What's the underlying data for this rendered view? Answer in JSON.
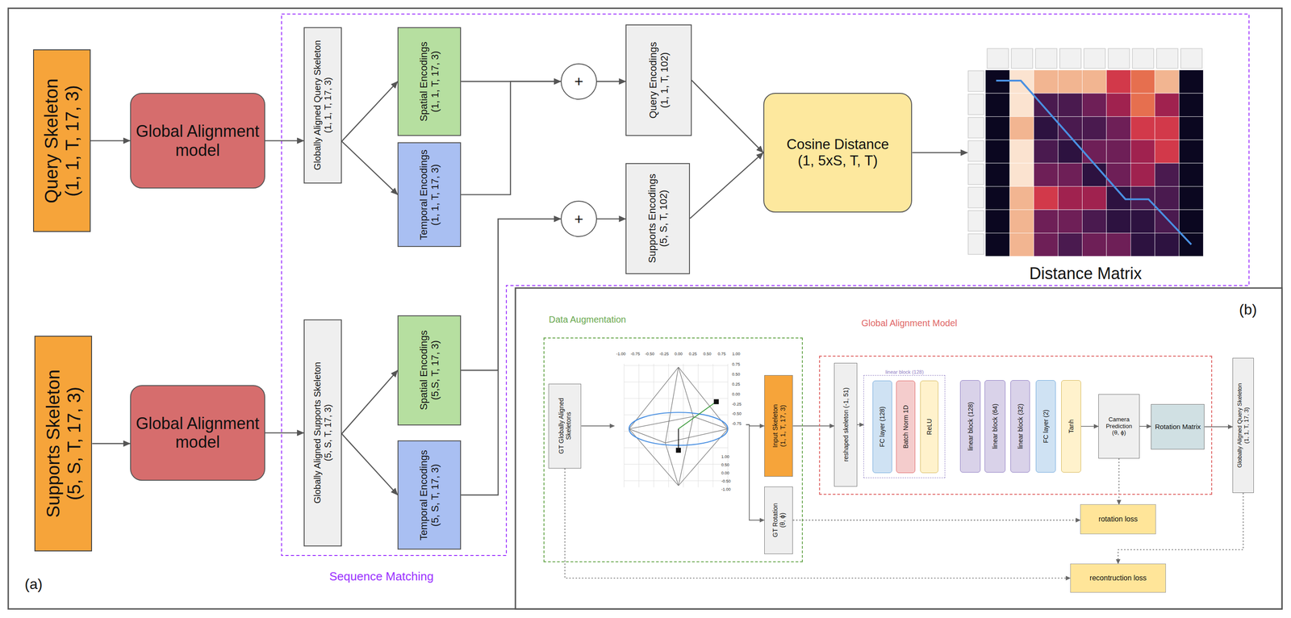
{
  "diagram": {
    "nodes": [
      {
        "text": [
          "Query Skeleton",
          "(1, 1, T, 17, 3)"
        ]
      },
      {
        "text": [
          "Global Alignment model"
        ]
      },
      {
        "text": [
          "Globally Aligned Query Skeleton",
          "(1, 1, T, 17, 3)"
        ]
      },
      {
        "text": [
          "Spatial Encodings",
          "(1, 1, T, 17, 3)"
        ]
      },
      {
        "text": [
          "Temporal Encodings",
          "(1, 1, T, 17, 3)"
        ]
      },
      {
        "text": [
          "+"
        ]
      },
      {
        "text": [
          "Query Encodings",
          "(1, 1, T, 102)"
        ]
      },
      {
        "text": [
          "Cosine Distance",
          "(1, 5xS, T, T)"
        ]
      },
      {
        "text": [
          "Distance Matrix"
        ]
      },
      {
        "text": [
          "Supports Skeleton",
          "(5, S, T, 17, 3)"
        ]
      },
      {
        "text": [
          "Global Alignment model"
        ]
      },
      {
        "text": [
          "Globally Aligned Supports Skeleton",
          "(5, S, T, 17, 3)"
        ]
      },
      {
        "text": [
          "Spatial Encodings",
          "(5,S, T, 17, 3)"
        ]
      },
      {
        "text": [
          "Temporal Encodings",
          "(5, S, T, 17, 3)"
        ]
      },
      {
        "text": [
          "+"
        ]
      },
      {
        "text": [
          "Supports Encodings",
          "(5, S, T, 102)"
        ]
      },
      {
        "text": [
          "Data Augmentation"
        ]
      },
      {
        "text": [
          "GT Globally Aligned Skeletons"
        ],
        "in": 16
      },
      {
        "text": [
          "-1.00",
          "-0.75",
          "-0.50",
          "-0.25",
          "0.00",
          "0.25",
          "0.50",
          "0.75",
          "1.00",
          "0.75",
          "0.50",
          "0.25",
          "0.00",
          "-0.25",
          "-0.50",
          "-0.75",
          "1.00",
          "0.50",
          "0.00",
          "-0.50",
          "-1.00"
        ],
        "in": 16
      },
      {
        "text": [
          "Input Skeleton",
          "(1, 1, T, 17, 3)"
        ],
        "in": 16
      },
      {
        "text": [
          "GT Rotation",
          "(θ, ϕ)"
        ],
        "in": 16
      },
      {
        "text": [
          "Global Alignment Model"
        ]
      },
      {
        "text": [
          "reshaped skeleton (-1, 51)"
        ],
        "in": 21
      },
      {
        "text": [
          "linear block (128)"
        ],
        "in": 21
      },
      {
        "text": [
          "FC layer (128)"
        ],
        "in": 23
      },
      {
        "text": [
          "Batch Norm 1D"
        ],
        "in": 23
      },
      {
        "text": [
          "ReLU"
        ],
        "in": 23
      },
      {
        "text": [
          "linear block (128)"
        ],
        "in": 21
      },
      {
        "text": [
          "linear block (64)"
        ],
        "in": 21
      },
      {
        "text": [
          "linear block (32)"
        ],
        "in": 21
      },
      {
        "text": [
          "FC layer (2)"
        ],
        "in": 21
      },
      {
        "text": [
          "Tanh"
        ],
        "in": 21
      },
      {
        "text": [
          "Camera Prediction",
          "(θ, ϕ)"
        ],
        "in": 21
      },
      {
        "text": [
          "Rotation Matrix"
        ],
        "in": 21
      },
      {
        "text": [
          "Globally Aligned Query Skeleton",
          "(1, 1, T, 17, 3)"
        ]
      },
      {
        "text": [
          "rotation loss"
        ]
      },
      {
        "text": [
          "recontruction loss"
        ]
      }
    ],
    "edges": [
      {
        "from": 0,
        "to": 1,
        "arrow": "to"
      },
      {
        "from": 1,
        "to": 2,
        "arrow": "to"
      },
      {
        "from": 2,
        "to": 3,
        "arrow": "to"
      },
      {
        "from": 2,
        "to": 4,
        "arrow": "to"
      },
      {
        "from": 3,
        "to": 5,
        "arrow": "to"
      },
      {
        "from": 4,
        "to": 5,
        "arrow": "to"
      },
      {
        "from": 5,
        "to": 6,
        "arrow": "to"
      },
      {
        "from": 6,
        "to": 7,
        "arrow": "to"
      },
      {
        "from": 15,
        "to": 7,
        "arrow": "to"
      },
      {
        "from": 7,
        "to": 8,
        "arrow": "to"
      },
      {
        "from": 9,
        "to": 10,
        "arrow": "to"
      },
      {
        "from": 10,
        "to": 11,
        "arrow": "to"
      },
      {
        "from": 11,
        "to": 12,
        "arrow": "to"
      },
      {
        "from": 11,
        "to": 13,
        "arrow": "to"
      },
      {
        "from": 12,
        "to": 14,
        "arrow": "to"
      },
      {
        "from": 13,
        "to": 14,
        "arrow": "to"
      },
      {
        "from": 14,
        "to": 15,
        "arrow": "to"
      },
      {
        "from": 17,
        "to": 18,
        "arrow": "to"
      },
      {
        "from": 18,
        "to": 19,
        "arrow": "to"
      },
      {
        "from": 18,
        "to": 20,
        "arrow": "to"
      },
      {
        "from": 19,
        "to": 22,
        "arrow": "to"
      },
      {
        "from": 22,
        "to": 23,
        "arrow": "to"
      },
      {
        "from": 31,
        "to": 32,
        "arrow": "to"
      },
      {
        "from": 32,
        "to": 33,
        "arrow": "to"
      },
      {
        "from": 33,
        "to": 34,
        "arrow": "to"
      },
      {
        "from": 32,
        "to": 35,
        "arrow": "to"
      },
      {
        "from": 20,
        "to": 35,
        "arrow": "to"
      },
      {
        "from": 34,
        "to": 36,
        "arrow": "to"
      },
      {
        "from": 17,
        "to": 36,
        "arrow": "to"
      }
    ],
    "labels": [
      "(a)",
      "(b)",
      "Sequence Matching"
    ]
  }
}
